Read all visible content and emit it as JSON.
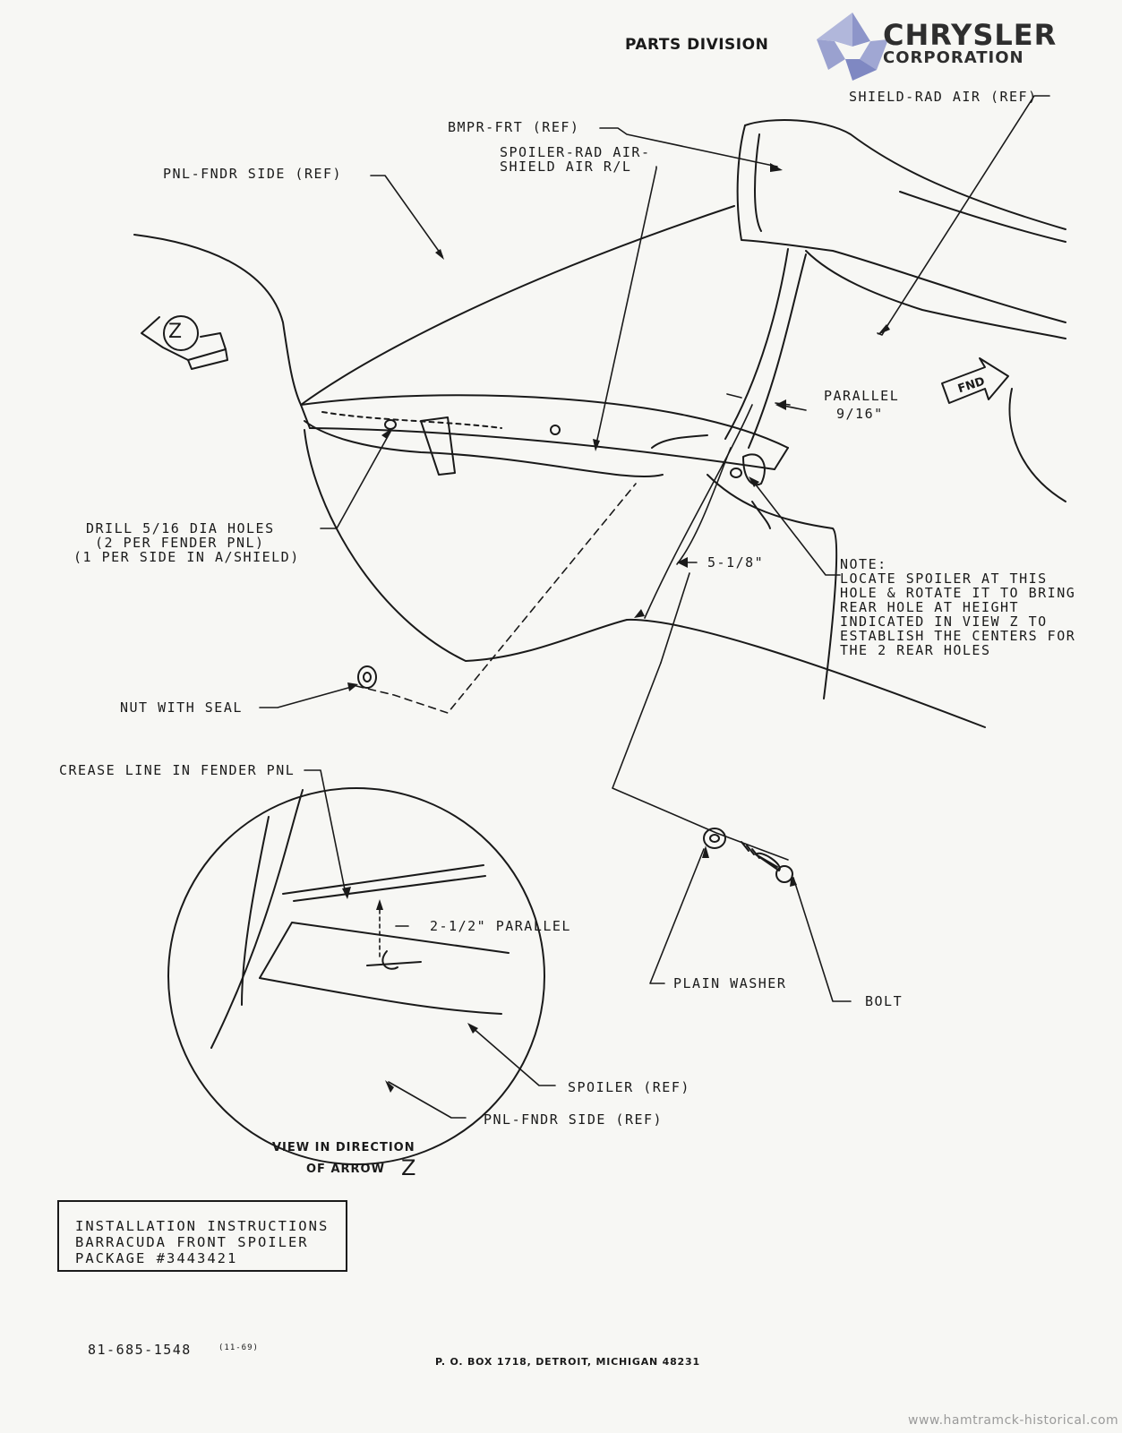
{
  "header": {
    "division": "PARTS DIVISION",
    "brand": "CHRYSLER",
    "brand_sub": "CORPORATION"
  },
  "labels": {
    "shield_rad_air": "SHIELD-RAD AIR (REF)",
    "bmpr_frt": "BMPR-FRT (REF)",
    "spoiler_rad_air": "SPOILER-RAD AIR-",
    "shield_air_rl": "SHIELD AIR R/L",
    "pnl_fndr_side_top": "PNL-FNDR SIDE (REF)",
    "parallel": "PARALLEL",
    "parallel_dim": "9/16\"",
    "drill_1": "DRILL 5/16 DIA HOLES",
    "drill_2": "(2 PER FENDER PNL)",
    "drill_3": "(1 PER SIDE IN A/SHIELD)",
    "dim_5_1_8": "5-1/8\"",
    "note_title": "NOTE:",
    "note_lines": [
      "LOCATE SPOILER AT THIS",
      "HOLE & ROTATE IT TO BRING",
      "REAR HOLE AT HEIGHT",
      "INDICATED IN VIEW Z TO",
      "ESTABLISH THE CENTERS FOR",
      "THE 2 REAR HOLES"
    ],
    "nut_with_seal": "NUT WITH SEAL",
    "crease_line": "CREASE LINE IN FENDER PNL",
    "parallel_2_1_2": "2-1/2\" PARALLEL",
    "plain_washer": "PLAIN WASHER",
    "bolt": "BOLT",
    "spoiler_ref": "SPOILER (REF)",
    "pnl_fndr_side_bottom": "PNL-FNDR SIDE (REF)",
    "fnd": "FND",
    "arrow_z": "Z"
  },
  "view_caption": {
    "line1": "VIEW IN DIRECTION",
    "line2": "OF ARROW",
    "letter": "Z"
  },
  "title_box": {
    "line1": "INSTALLATION INSTRUCTIONS",
    "line2": "BARRACUDA FRONT SPOILER",
    "line3": "PACKAGE #3443421"
  },
  "footer": {
    "part_number": "81-685-1548",
    "revision": "(11-69)",
    "address": "P. O. BOX 1718, DETROIT, MICHIGAN 48231",
    "watermark": "www.hamtramck-historical.com"
  },
  "colors": {
    "ink": "#1a1a1a",
    "logo_blue": "#8d95c9",
    "paper": "#f7f7f4"
  }
}
